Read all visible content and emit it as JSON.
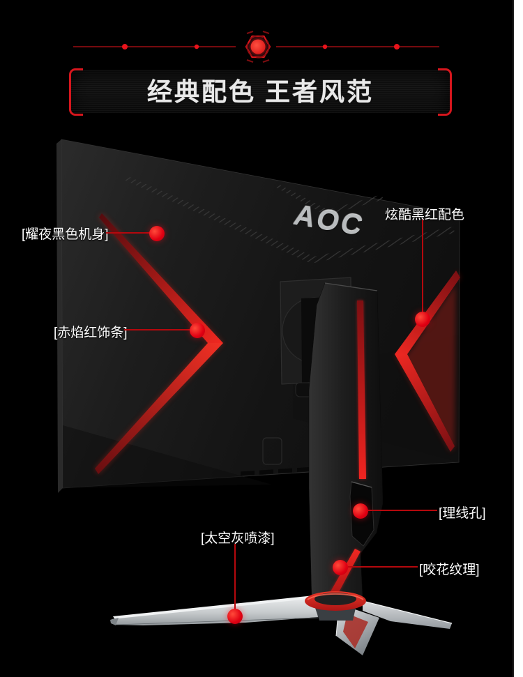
{
  "banner": {
    "title": "经典配色 王者风范"
  },
  "monitor": {
    "brand": "AOC"
  },
  "callouts": [
    {
      "id": "night-black-body",
      "label": "[耀夜黑色机身]"
    },
    {
      "id": "black-red-colorway",
      "label": "炫酷黑红配色"
    },
    {
      "id": "flame-red-trim",
      "label": "[赤焰红饰条]"
    },
    {
      "id": "cable-routing-hole",
      "label": "[理线孔]"
    },
    {
      "id": "bite-pattern-texture",
      "label": "[咬花纹理]"
    },
    {
      "id": "space-gray-paint",
      "label": "[太空灰喷漆]"
    }
  ],
  "colors": {
    "background": "#000000",
    "accent_red": "#e60012",
    "callout_line_red": "#b5080d",
    "dot_red": "#e00012",
    "banner_bracket_red": "#d6161d",
    "silver": "#c9ccce"
  }
}
